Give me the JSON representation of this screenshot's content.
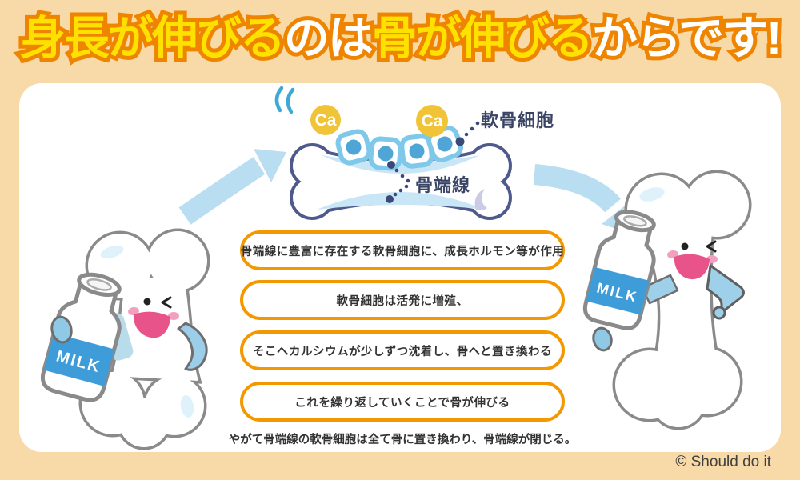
{
  "title": {
    "segments": [
      {
        "text": "身長が伸びる",
        "color": "#FFE100"
      },
      {
        "text": "のは",
        "color": "#FFFFFF"
      },
      {
        "text": "骨が伸びる",
        "color": "#FFE100"
      },
      {
        "text": "からです!",
        "color": "#FFFFFF"
      }
    ]
  },
  "diagram": {
    "calcium_symbol": "Ca",
    "cartilage_cell_label": "軟骨細胞",
    "epiphyseal_line_label": "骨端線"
  },
  "steps": [
    {
      "text": "骨端線に豊富に存在する軟骨細胞に、成長ホルモン等が作用"
    },
    {
      "text": "軟骨細胞は活発に増殖、"
    },
    {
      "text": "そこへカルシウムが少しずつ沈着し、骨へと置き換わる"
    },
    {
      "text": "これを繰り返していくことで骨が伸びる"
    }
  ],
  "note": {
    "text": "やがて骨端線の軟骨細胞は全て骨に置き換わり、骨端線が閉じる。"
  },
  "characters": {
    "milk_label": "MILK"
  },
  "footer": {
    "copyright": "© Should do it"
  },
  "colors": {
    "background": "#F8DAA8",
    "panel": "#FFFFFF",
    "title_yellow": "#FFE100",
    "title_outline": "#EE8400",
    "step_border": "#F39800",
    "diagram_navy": "#4D5A8B",
    "arrow_blue": "#B9DEF2",
    "calcium_yellow": "#F1C437",
    "cell_border_blue": "#7EC8EA",
    "cell_core_blue": "#4FA5D5",
    "milk_blue": "#3E9CD8",
    "mouth_pink": "#E8538A"
  }
}
